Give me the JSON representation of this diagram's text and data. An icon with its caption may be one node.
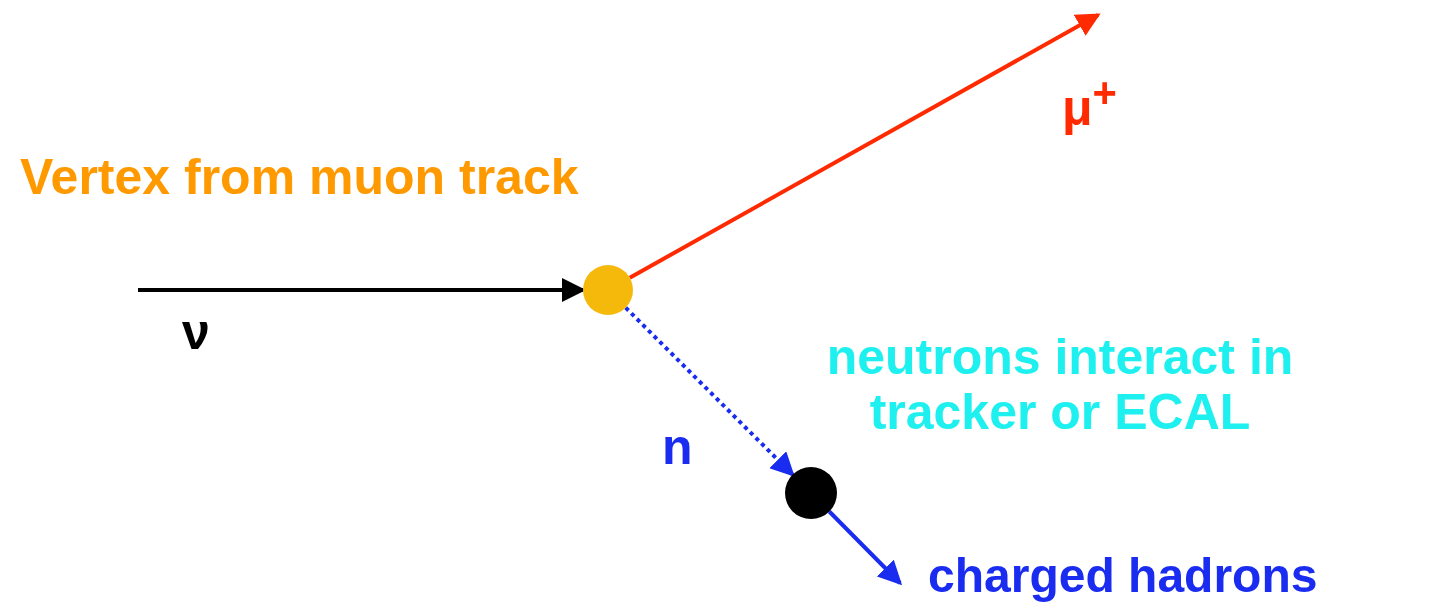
{
  "diagram": {
    "nodes": [
      {
        "text": [],
        "shape": "circle",
        "beside": [
          "Vertex from muon track"
        ]
      },
      {
        "text": [],
        "shape": "circle",
        "beside": [
          "neutrons interact in tracker or ECAL"
        ]
      }
    ],
    "edges": [
      {
        "from": null,
        "to": 0,
        "arrow": "to",
        "label": "ν",
        "color": "#000000"
      },
      {
        "from": 0,
        "to": null,
        "arrow": "to",
        "label": "μ$^{+}$",
        "color": "#ff2a00"
      },
      {
        "from": 0,
        "to": 1,
        "arrow": "to",
        "label": "n",
        "style": "dashed",
        "color": "#1a2cf0"
      },
      {
        "from": 1,
        "to": null,
        "arrow": "to",
        "label": "charged hadrons",
        "color": "#1a2cf0"
      }
    ]
  }
}
